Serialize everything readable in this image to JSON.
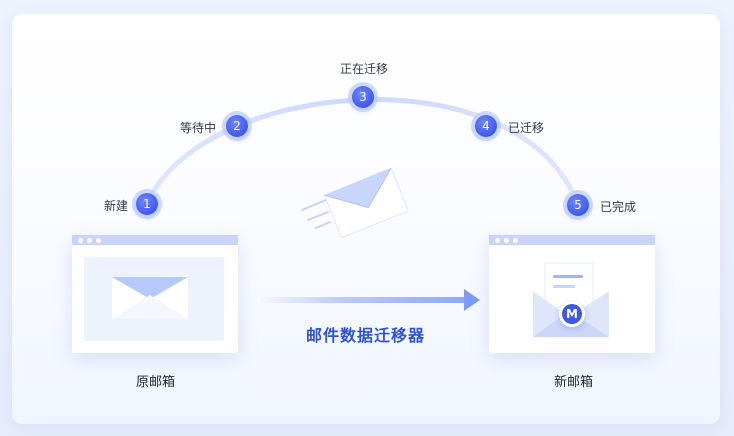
{
  "steps": [
    {
      "number": "1",
      "label": "新建"
    },
    {
      "number": "2",
      "label": "等待中"
    },
    {
      "number": "3",
      "label": "正在迁移"
    },
    {
      "number": "4",
      "label": "已迁移"
    },
    {
      "number": "5",
      "label": "已完成"
    }
  ],
  "source": {
    "caption": "原邮箱"
  },
  "destination": {
    "caption": "新邮箱",
    "logo_letter": "M"
  },
  "tool_name": "邮件数据迁移器",
  "colors": {
    "accent": "#3f59ec",
    "arc": "#d4ddfb",
    "window_bar": "#c9d4fb",
    "tool_text": "#2f53d9"
  }
}
